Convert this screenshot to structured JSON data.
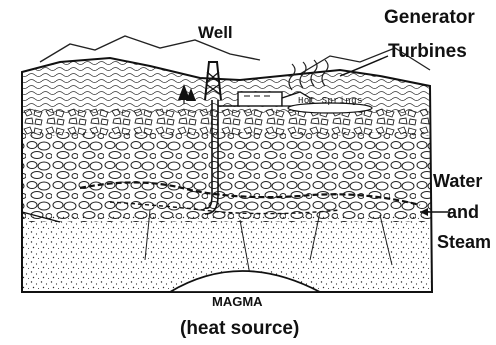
{
  "diagram": {
    "labels": {
      "well": "Well",
      "generator": "Generator",
      "turbines": "Turbines",
      "hot_springs": "Hot Springs",
      "water": "Water",
      "and": "and",
      "steam": "Steam",
      "magma": "MAGMA",
      "heat_source": "(heat source)"
    }
  }
}
